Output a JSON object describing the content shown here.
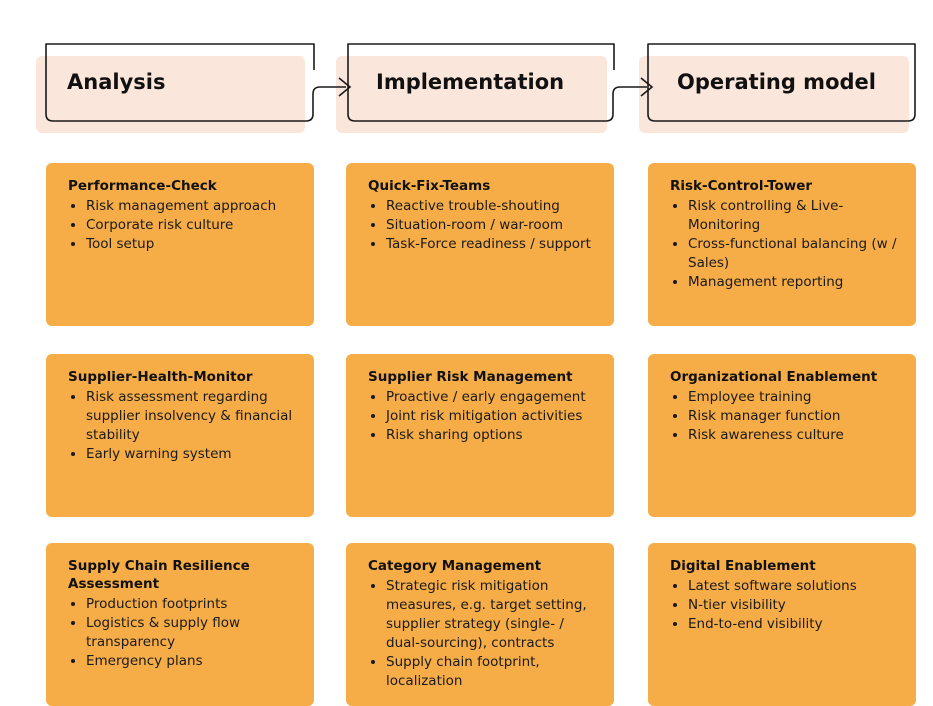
{
  "phases": [
    {
      "title": "Analysis"
    },
    {
      "title": "Implementation"
    },
    {
      "title": "Operating model"
    }
  ],
  "columns": [
    [
      {
        "title": "Performance-Check",
        "items": [
          "Risk management approach",
          "Corporate risk culture",
          "Tool setup"
        ]
      },
      {
        "title": "Supplier-Health-Monitor",
        "items": [
          "Risk assessment regarding supplier insolvency & financial stability",
          "Early warning system"
        ]
      },
      {
        "title": "Supply Chain Resilience Assessment",
        "items": [
          "Production footprints",
          "Logistics & supply flow transparency",
          "Emergency plans"
        ]
      }
    ],
    [
      {
        "title": "Quick-Fix-Teams",
        "items": [
          "Reactive trouble-shouting",
          "Situation-room / war-room",
          "Task-Force readiness / support"
        ]
      },
      {
        "title": "Supplier Risk Management",
        "items": [
          "Proactive / early engagement",
          "Joint risk mitigation activities",
          "Risk sharing options"
        ]
      },
      {
        "title": "Category Management",
        "items": [
          "Strategic risk mitigation measures, e.g. target setting, supplier strategy (single- / dual-sourcing), contracts",
          "Supply chain footprint, localization"
        ]
      }
    ],
    [
      {
        "title": "Risk-Control-Tower",
        "items": [
          "Risk controlling & Live-Monitoring",
          "Cross-functional balancing (w / Sales)",
          "Management reporting"
        ]
      },
      {
        "title": "Organizational Enablement",
        "items": [
          "Employee training",
          "Risk manager function",
          "Risk awareness culture"
        ]
      },
      {
        "title": "Digital Enablement",
        "items": [
          "Latest software solutions",
          "N-tier visibility",
          "End-to-end visibility"
        ]
      }
    ]
  ]
}
